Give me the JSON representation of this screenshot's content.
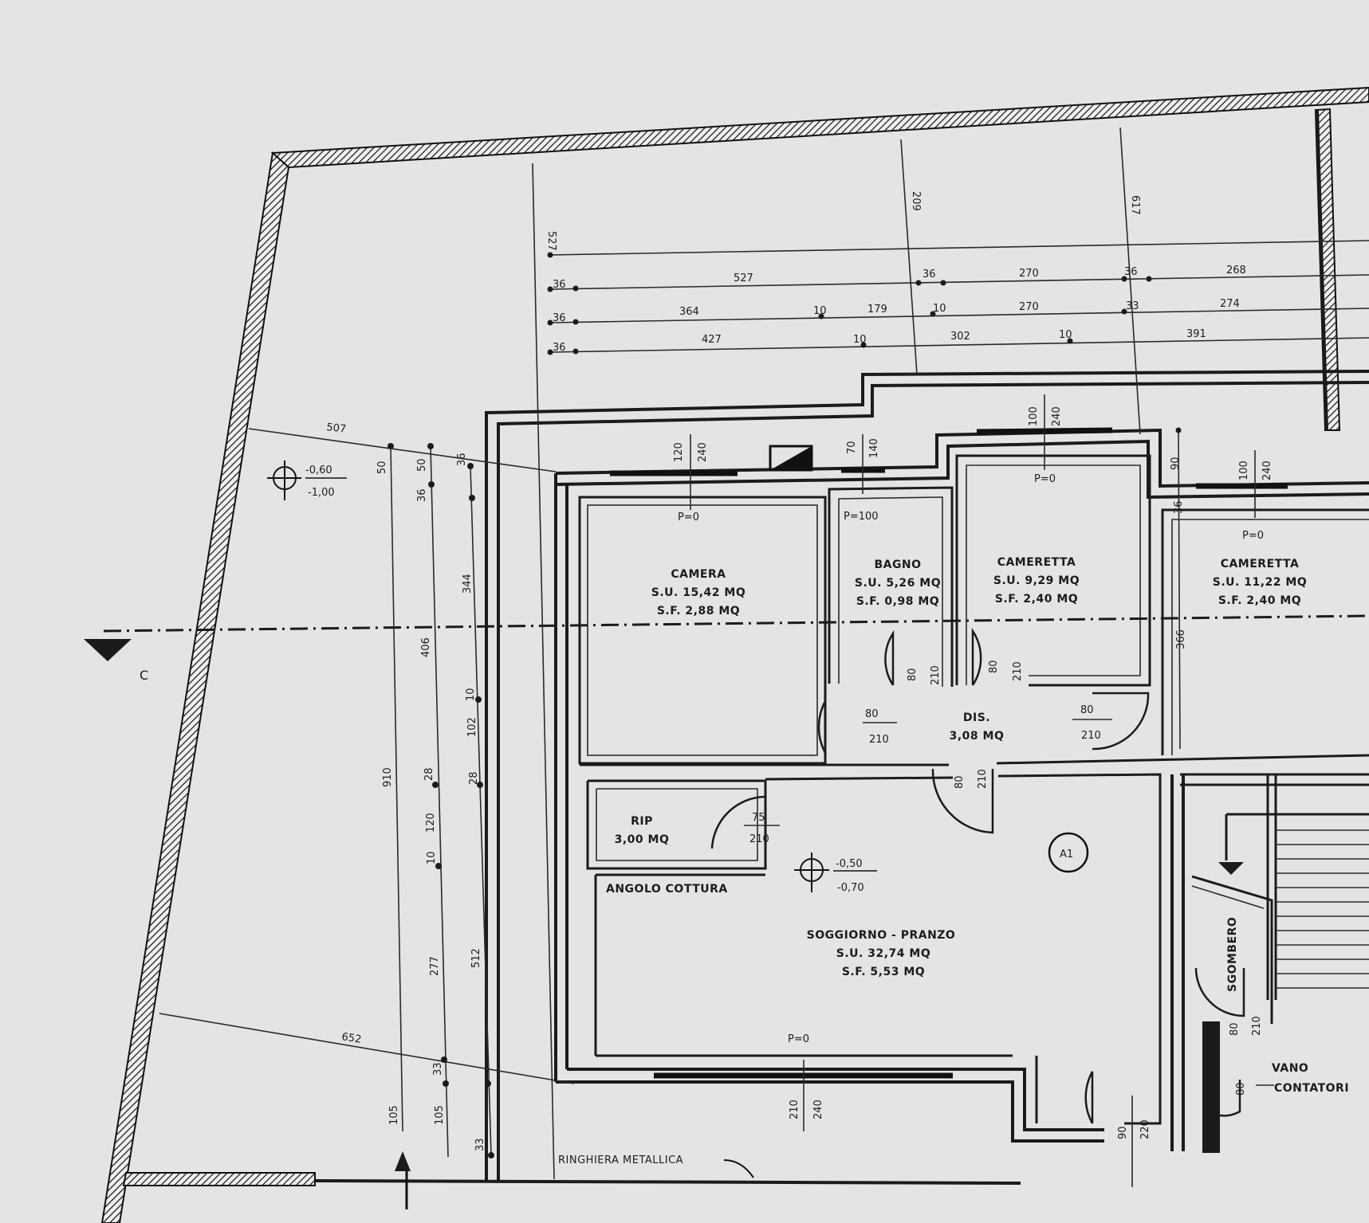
{
  "section_marker": "C",
  "rooms": {
    "camera": {
      "name": "CAMERA",
      "su": "S.U. 15,42 MQ",
      "sf": "S.F. 2,88 MQ"
    },
    "bagno": {
      "name": "BAGNO",
      "su": "S.U. 5,26 MQ",
      "sf": "S.F. 0,98 MQ"
    },
    "cameretta1": {
      "name": "CAMERETTA",
      "su": "S.U. 9,29 MQ",
      "sf": "S.F. 2,40 MQ"
    },
    "cameretta2": {
      "name": "CAMERETTA",
      "su": "S.U. 11,22 MQ",
      "sf": "S.F. 2,40 MQ"
    },
    "dis": {
      "name": "DIS.",
      "area": "3,08 MQ"
    },
    "rip": {
      "name": "RIP",
      "area": "3,00 MQ"
    },
    "angolo": {
      "name": "ANGOLO COTTURA"
    },
    "soggiorno": {
      "name": "SOGGIORNO - PRANZO",
      "su": "S.U. 32,74 MQ",
      "sf": "S.F. 5,53 MQ"
    },
    "sgombero": {
      "name": "SGOMBERO"
    },
    "vano": {
      "line1": "VANO",
      "line2": "CONTATORI"
    }
  },
  "levels": {
    "terrace": {
      "top": "-0,60",
      "bottom": "-1,00"
    },
    "living": {
      "top": "-0,50",
      "bottom": "-0,70"
    }
  },
  "labels": {
    "ringhiera": "RINGHIERA METALLICA",
    "a1": "A1"
  },
  "window_marks": {
    "camera": {
      "w": "120",
      "h": "240",
      "p": "P=0"
    },
    "bagno": {
      "w": "70",
      "h": "140",
      "p": "P=100"
    },
    "cameretta1": {
      "w": "100",
      "h": "240",
      "p": "P=0"
    },
    "cameretta2": {
      "w": "100",
      "h": "240",
      "p": "P=0"
    },
    "soggiorno": {
      "w": "210",
      "h": "240",
      "p": "P=0"
    }
  },
  "door_marks": {
    "bagno": {
      "w": "80",
      "h": "210"
    },
    "cameretta1": {
      "w": "80",
      "h": "210"
    },
    "camera": {
      "w": "80",
      "h": "210"
    },
    "cameretta2": {
      "w": "80",
      "h": "210"
    },
    "soggiorno": {
      "w": "80",
      "h": "210"
    },
    "rip": {
      "w": "75",
      "h": "210"
    },
    "entrance": {
      "w": "90",
      "h": "220"
    },
    "sgombero": {
      "w": "80",
      "h": "210"
    },
    "contatori": {
      "w": "80"
    }
  },
  "top_dimensions": {
    "vertical": {
      "a": "527",
      "b": "209",
      "c": "617"
    },
    "row1": [
      "36",
      "527",
      "36",
      "270",
      "36",
      "268"
    ],
    "row2": [
      "36",
      "364",
      "10",
      "179",
      "10",
      "270",
      "33",
      "274"
    ],
    "row3": [
      "36",
      "427",
      "10",
      "302",
      "10",
      "391"
    ]
  },
  "left_dimensions": {
    "diag_top": "507",
    "diag_bottom": "652",
    "col1": [
      "50",
      "910",
      "105"
    ],
    "col2": [
      "36",
      "50",
      "406",
      "28",
      "120",
      "10",
      "277",
      "33",
      "105"
    ],
    "col3": [
      "36",
      "344",
      "10",
      "102",
      "28",
      "512",
      "33"
    ],
    "side_90": "90",
    "side_36": "36",
    "side_366": "366"
  }
}
